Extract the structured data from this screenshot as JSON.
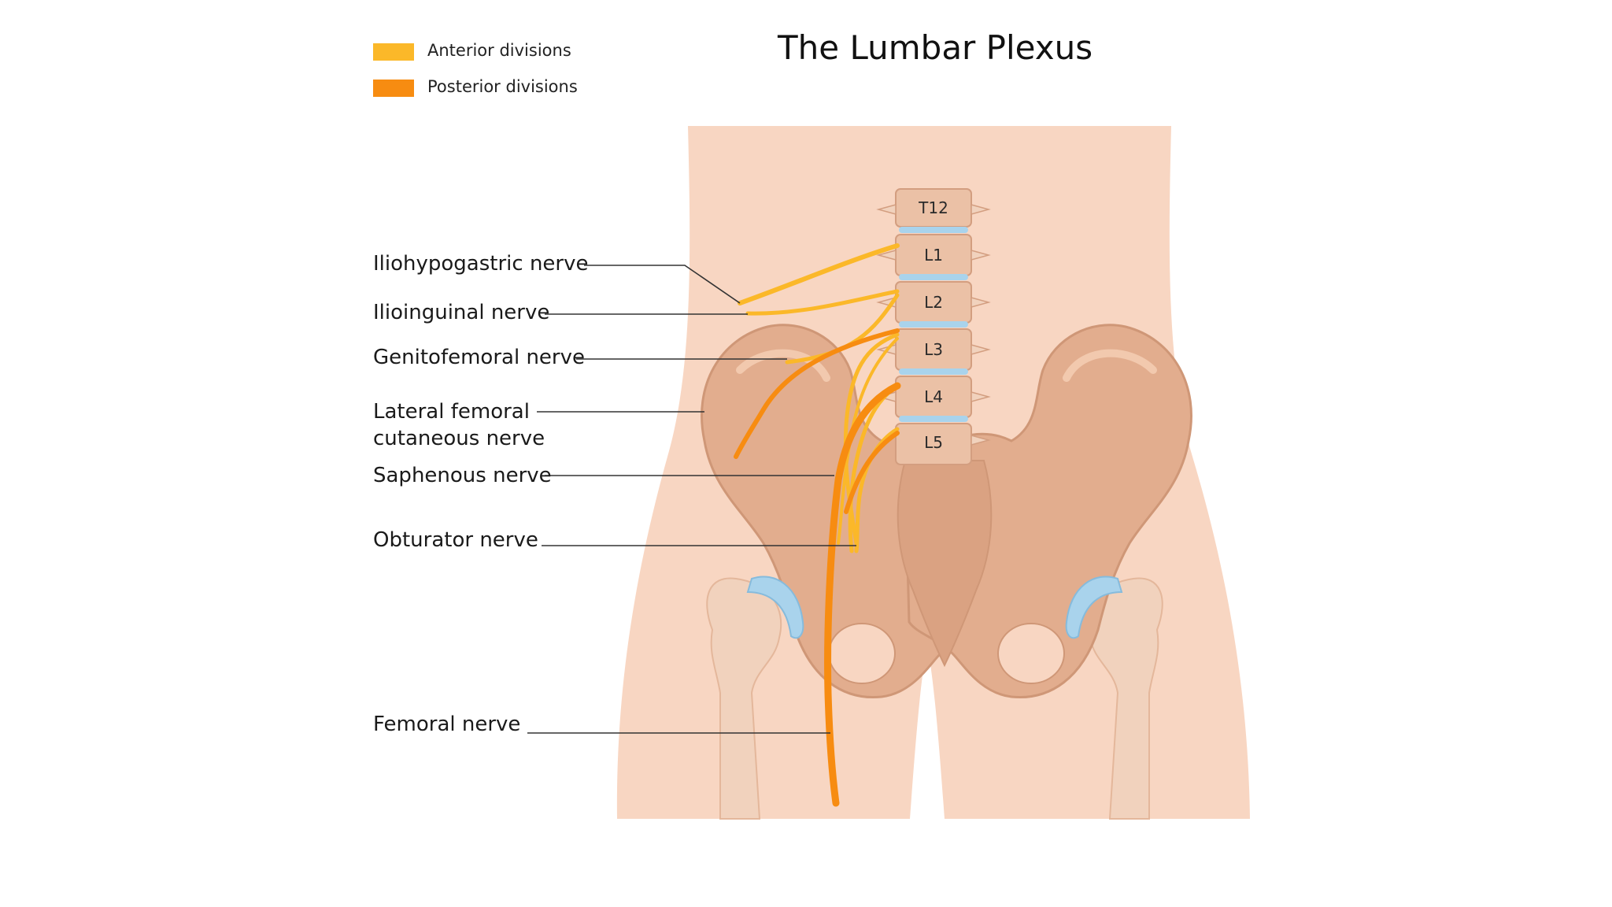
{
  "title": "The Lumbar Plexus",
  "legend": [
    {
      "label": "Anterior divisions",
      "color": "#fbb829"
    },
    {
      "label": "Posterior divisions",
      "color": "#f78c11"
    }
  ],
  "vertebrae": [
    "T12",
    "L1",
    "L2",
    "L3",
    "L4",
    "L5"
  ],
  "nerves": {
    "iliohypogastric": "Iliohypogastric nerve",
    "ilioinguinal": "Ilioinguinal nerve",
    "genitofemoral": "Genitofemoral nerve",
    "lateral_femoral_1": "Lateral femoral",
    "lateral_femoral_2": "cutaneous nerve",
    "saphenous": "Saphenous nerve",
    "obturator": "Obturator nerve",
    "femoral": "Femoral nerve"
  },
  "colors": {
    "skin": "#f8d6c2",
    "bone": "#e2ad8e",
    "bone_light": "#f1d2bd",
    "cartilage": "#a9d3ec",
    "anterior": "#fbb829",
    "posterior": "#f78c11"
  }
}
